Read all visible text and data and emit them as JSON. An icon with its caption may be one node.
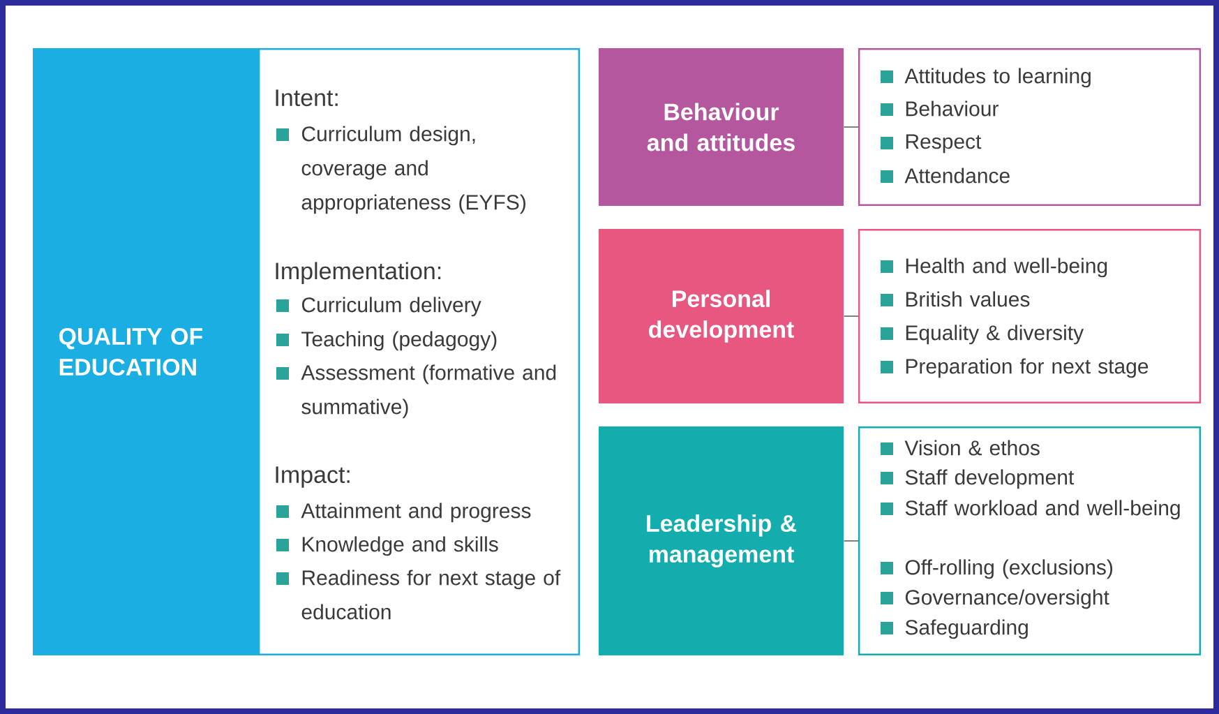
{
  "diagram": {
    "nodes": [
      {
        "text": [
          "QUALITY OF EDUCATION"
        ]
      },
      {
        "text": [
          "Intent:",
          "Curriculum design, coverage and appropriateness (EYFS)",
          "Implementation:",
          "Curriculum delivery",
          "Teaching (pedagogy)",
          "Assessment (formative and summative)",
          "Impact:",
          "Attainment and progress",
          "Knowledge and skills",
          "Readiness for next stage of education"
        ]
      },
      {
        "text": [
          "Behaviour and attitudes"
        ]
      },
      {
        "text": [
          "Attitudes to learning",
          "Behaviour",
          "Respect",
          "Attendance"
        ]
      },
      {
        "text": [
          "Personal development"
        ]
      },
      {
        "text": [
          "Health and well-being",
          "British values",
          "Equality & diversity",
          "Preparation for next stage"
        ]
      },
      {
        "text": [
          "Leadership & management"
        ]
      },
      {
        "text": [
          "Vision & ethos",
          "Staff development",
          "Staff workload and well-being",
          "Off-rolling (exclusions)",
          "Governance/oversight",
          "Safeguarding"
        ]
      }
    ],
    "edges": [
      {
        "from": 2,
        "to": 3,
        "arrow": "none"
      },
      {
        "from": 4,
        "to": 5,
        "arrow": "none"
      },
      {
        "from": 6,
        "to": 7,
        "arrow": "none"
      }
    ]
  }
}
